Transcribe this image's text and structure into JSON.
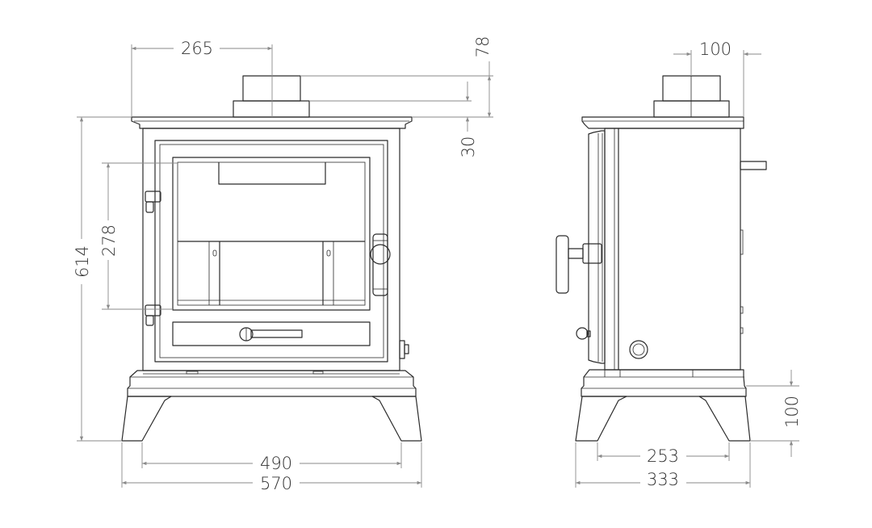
{
  "front_view": {
    "dimensions": {
      "flue_offset": "265",
      "flue_height": "78",
      "collar_height": "30",
      "overall_height": "614",
      "glass_height": "278",
      "leg_inner_width": "490",
      "overall_width": "570"
    }
  },
  "side_view": {
    "dimensions": {
      "flue_to_rear": "100",
      "leg_height": "100",
      "leg_inner_depth": "253",
      "overall_depth": "333"
    }
  },
  "colors": {
    "outline": "#2b2b2b",
    "dimension_line": "#8a8a8a",
    "text": "#333333"
  }
}
